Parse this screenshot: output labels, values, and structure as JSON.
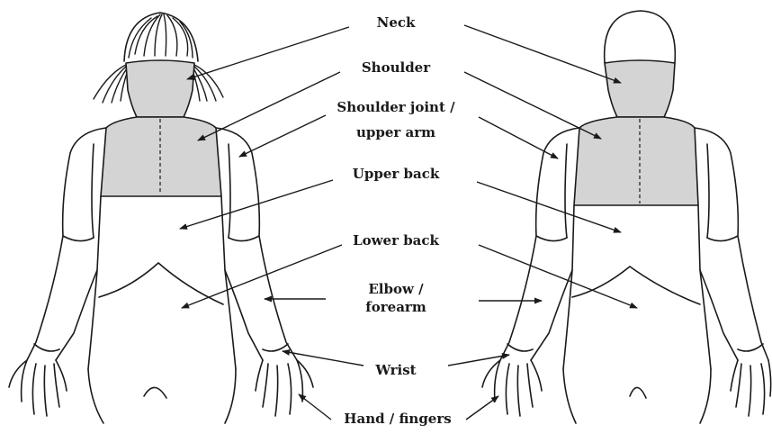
{
  "labels": {
    "neck": "Neck",
    "shoulder": "Shoulder",
    "shoulder_joint_line1": "Shoulder joint /",
    "shoulder_joint_line2": "upper arm",
    "upper_back": "Upper back",
    "lower_back": "Lower back",
    "elbow_line1": "Elbow /",
    "elbow_line2": "forearm",
    "wrist": "Wrist",
    "hand": "Hand / fingers"
  },
  "colors": {
    "shaded_region": "#d4d4d4",
    "line": "#1a1a1a"
  }
}
